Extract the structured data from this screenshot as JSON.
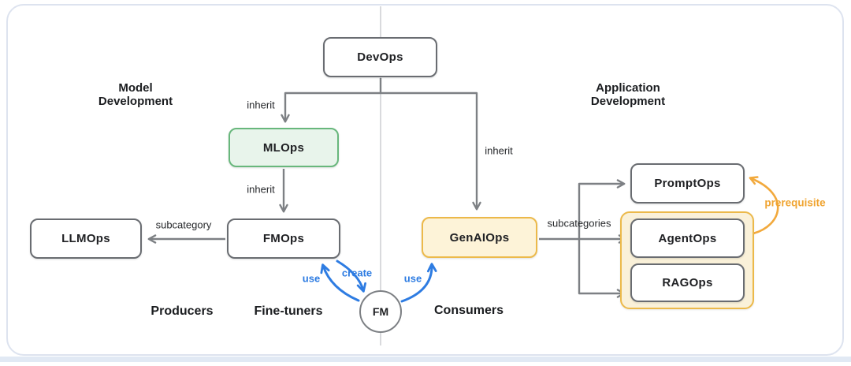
{
  "section_labels": {
    "model_development": {
      "line1": "Model",
      "line2": "Development"
    },
    "application_development": {
      "line1": "Application",
      "line2": "Development"
    }
  },
  "nodes": {
    "devops": "DevOps",
    "mlops": "MLOps",
    "fmops": "FMOps",
    "llmops": "LLMOps",
    "genaiops": "GenAIOps",
    "promptops": "PromptOps",
    "agentops": "AgentOps",
    "ragops": "RAGOps",
    "fm": "FM"
  },
  "edge_labels": {
    "inherit_mlops": "inherit",
    "inherit_fmops": "inherit",
    "inherit_genaiops": "inherit",
    "subcategory": "subcategory",
    "subcategories": "subcategories",
    "use_left": "use",
    "create": "create",
    "use_right": "use",
    "prerequisite": "prerequisite"
  },
  "role_labels": {
    "producers": "Producers",
    "fine_tuners": "Fine-tuners",
    "consumers": "Consumers"
  },
  "colors": {
    "gray_line": "#7d8084",
    "divider": "#d9dadd",
    "blue_arrow": "#2e7ce2",
    "orange_arrow": "#f2a93c",
    "green_border": "#68b77c",
    "green_fill": "#e8f4eb",
    "yellow_border": "#ecb94a",
    "yellow_fill": "#fdf3d8",
    "card_border": "#dde3ef"
  }
}
